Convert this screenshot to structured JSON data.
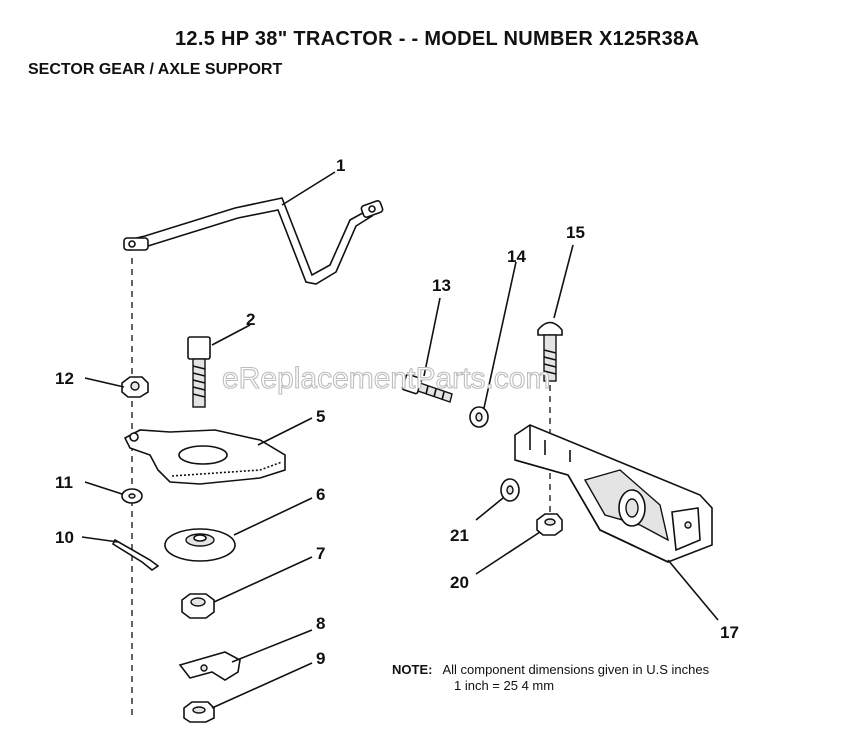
{
  "header": {
    "title": "12.5 HP 38\" TRACTOR - - MODEL NUMBER X125R38A",
    "subtitle": "SECTOR GEAR / AXLE SUPPORT"
  },
  "watermark": "eReplacementParts.com",
  "callouts": [
    "1",
    "2",
    "5",
    "6",
    "7",
    "8",
    "9",
    "10",
    "11",
    "12",
    "13",
    "14",
    "15",
    "17",
    "20",
    "21"
  ],
  "note": {
    "label": "NOTE:",
    "line1": "All component dimensions given in U.S inches",
    "line2": "1 inch = 25 4 mm"
  }
}
